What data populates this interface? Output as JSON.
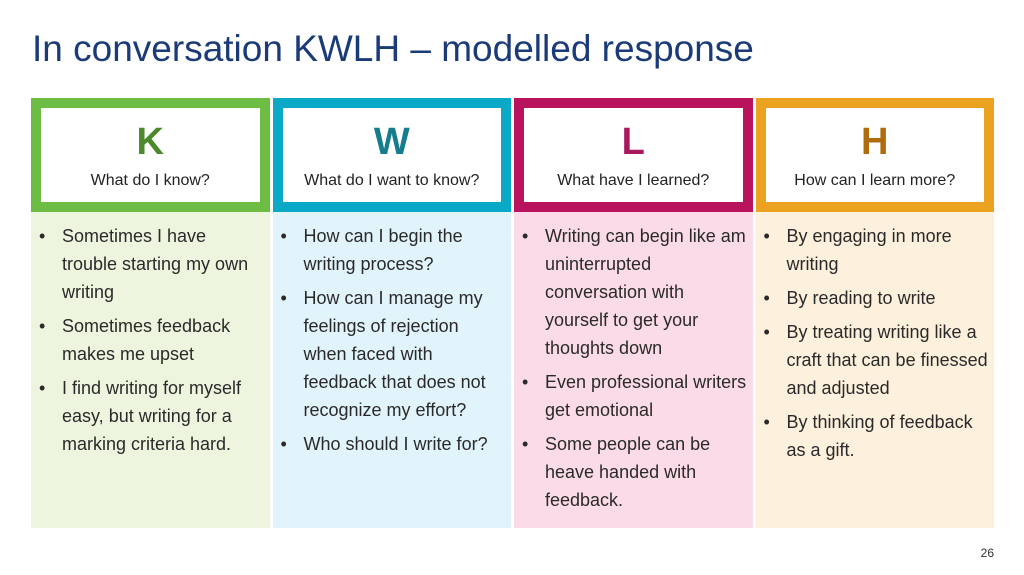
{
  "title": "In conversation KWLH – modelled response",
  "columns": [
    {
      "letter": "K",
      "question": "What do I know?",
      "border_color": "#6dbd45",
      "letter_color": "#4a8a2b",
      "body_color": "#edf5df",
      "items": [
        "Sometimes I have trouble starting my own writing",
        "Sometimes feedback makes me upset",
        "I find writing for myself easy, but writing for a marking criteria hard."
      ]
    },
    {
      "letter": "W",
      "question": "What do I want to know?",
      "border_color": "#0aa9c7",
      "letter_color": "#167d8e",
      "body_color": "#e1f3fb",
      "items": [
        "How can I begin the writing process?",
        "How can I manage my feelings of rejection when faced with feedback that does not recognize my effort?",
        "Who should I write for?"
      ]
    },
    {
      "letter": "L",
      "question": "What have I learned?",
      "border_color": "#b8135c",
      "letter_color": "#a8195d",
      "body_color": "#fadbe7",
      "items": [
        "Writing can begin like am uninterrupted conversation with yourself to get your thoughts down",
        "Even professional writers get emotional",
        "Some people can be heave handed with feedback."
      ]
    },
    {
      "letter": "H",
      "question": "How can I learn more?",
      "border_color": "#eba221",
      "letter_color": "#b06c0c",
      "body_color": "#fdf0dc",
      "items": [
        "By engaging in more writing",
        "By reading to write",
        "By treating writing like a craft that can be finessed and adjusted",
        "By thinking of feedback as a gift."
      ]
    }
  ],
  "page_number": "26"
}
